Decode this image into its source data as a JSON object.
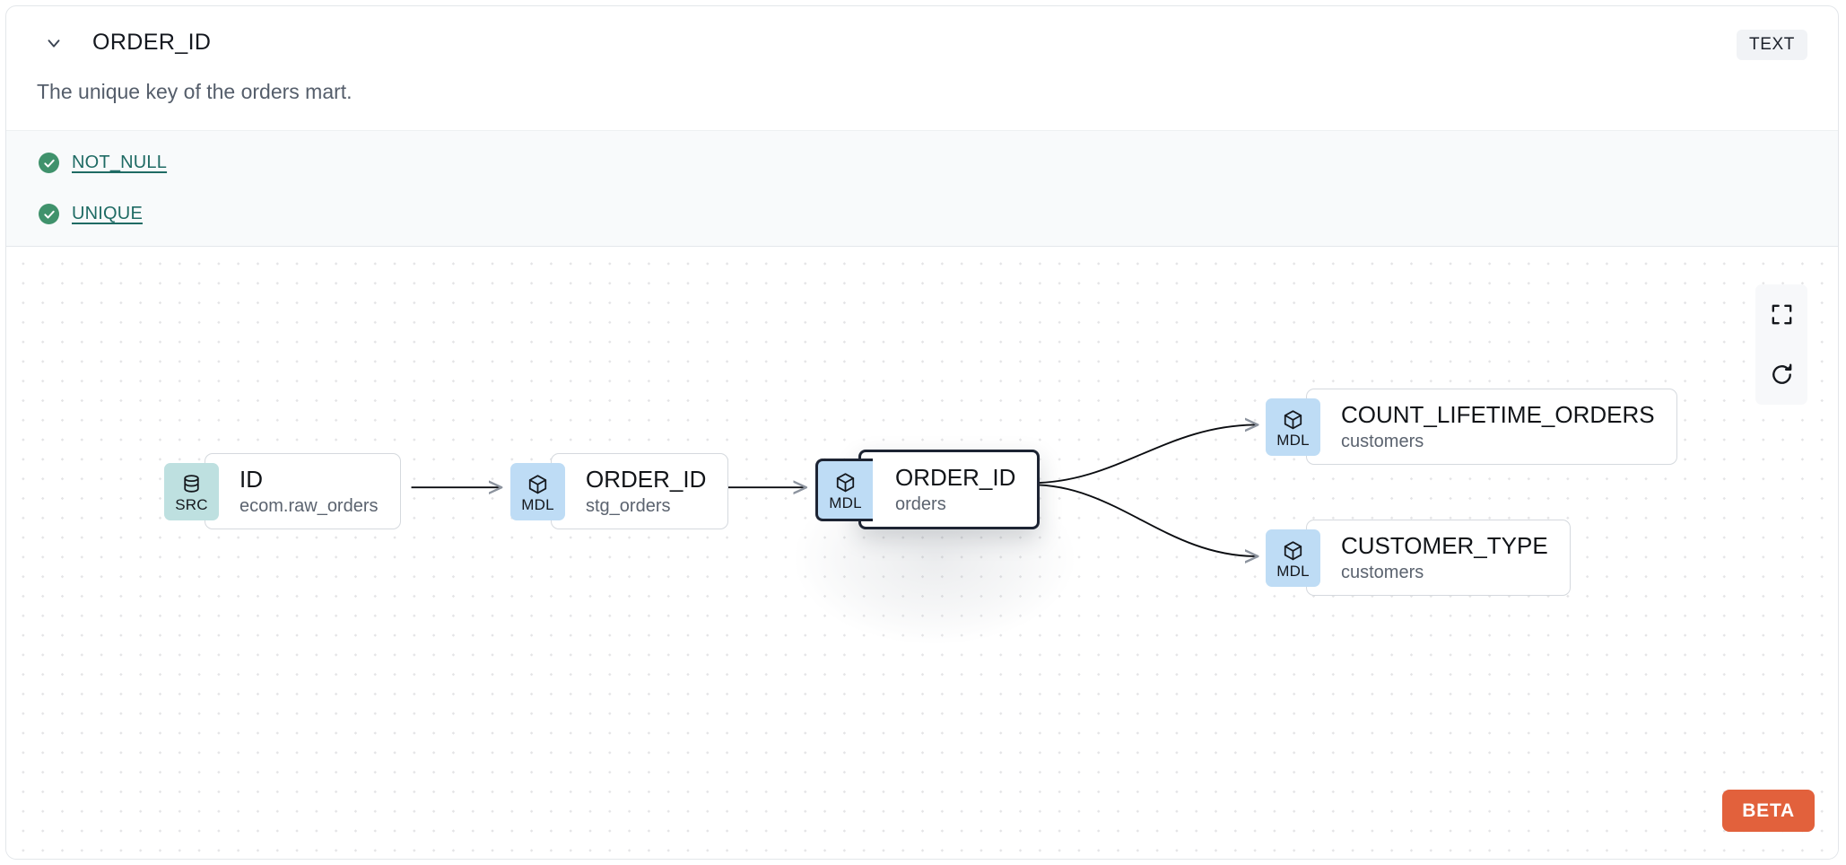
{
  "header": {
    "collapse_icon": "chevron-down-icon",
    "column_name": "ORDER_ID",
    "data_type_badge": "TEXT",
    "description": "The unique key of the orders mart."
  },
  "tests": [
    {
      "icon": "check-circle-icon",
      "label": "NOT_NULL",
      "status": "passing"
    },
    {
      "icon": "check-circle-icon",
      "label": "UNIQUE",
      "status": "passing"
    }
  ],
  "lineage": {
    "nodes": [
      {
        "id": "src-id",
        "badge": "SRC",
        "badge_icon": "database-icon",
        "name": "ID",
        "subtitle": "ecom.raw_orders",
        "selected": false
      },
      {
        "id": "stg-order-id",
        "badge": "MDL",
        "badge_icon": "cube-icon",
        "name": "ORDER_ID",
        "subtitle": "stg_orders",
        "selected": false
      },
      {
        "id": "orders-order-id",
        "badge": "MDL",
        "badge_icon": "cube-icon",
        "name": "ORDER_ID",
        "subtitle": "orders",
        "selected": true
      },
      {
        "id": "count-lifetime",
        "badge": "MDL",
        "badge_icon": "cube-icon",
        "name": "COUNT_LIFETIME_ORDERS",
        "subtitle": "customers",
        "selected": false
      },
      {
        "id": "customer-type",
        "badge": "MDL",
        "badge_icon": "cube-icon",
        "name": "CUSTOMER_TYPE",
        "subtitle": "customers",
        "selected": false
      }
    ],
    "edges": [
      {
        "from": "src-id",
        "to": "stg-order-id"
      },
      {
        "from": "stg-order-id",
        "to": "orders-order-id"
      },
      {
        "from": "orders-order-id",
        "to": "count-lifetime"
      },
      {
        "from": "orders-order-id",
        "to": "customer-type"
      }
    ]
  },
  "controls": [
    {
      "name": "fit-view-button",
      "icon": "fullscreen-icon"
    },
    {
      "name": "reload-button",
      "icon": "refresh-icon"
    }
  ],
  "beta_badge": "BETA",
  "colors": {
    "src_badge": "#bee0e0",
    "mdl_badge": "#bedcf5",
    "test_pass": "#40926c",
    "test_link": "#1f6b64",
    "beta": "#e2613c",
    "selected_border": "#1d2433",
    "tests_background": "#f8fafb"
  }
}
